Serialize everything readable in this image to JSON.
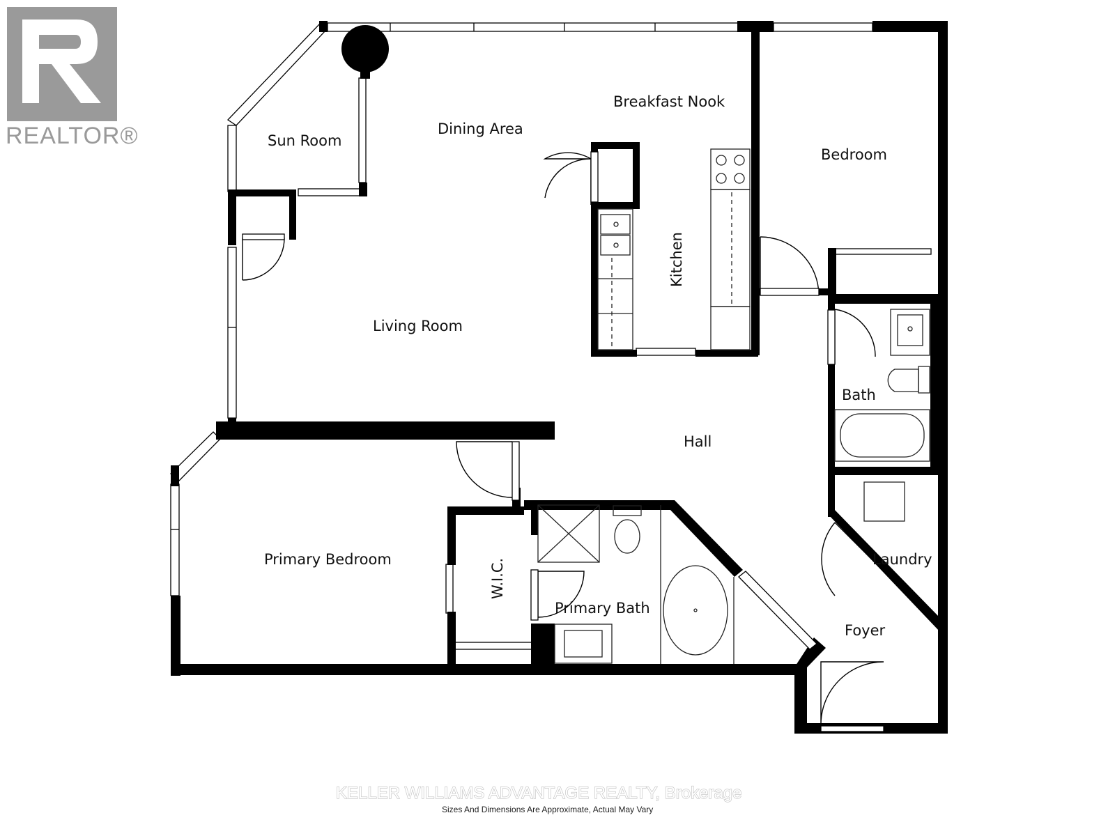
{
  "logo": {
    "text": "REALTOR®"
  },
  "rooms": {
    "sun_room": "Sun Room",
    "dining_area": "Dining Area",
    "breakfast_nook": "Breakfast Nook",
    "bedroom": "Bedroom",
    "kitchen": "Kitchen",
    "living_room": "Living Room",
    "bath": "Bath",
    "hall": "Hall",
    "laundry": "Laundry",
    "primary_bedroom": "Primary Bedroom",
    "wic": "W.I.C.",
    "primary_bath": "Primary Bath",
    "foyer": "Foyer"
  },
  "footer": {
    "brokerage": "KELLER WILLIAMS ADVANTAGE REALTY, Brokerage",
    "disclaimer": "Sizes And Dimensions Are Approximate, Actual May Vary"
  },
  "colors": {
    "wall": "#000000",
    "logo": "#9a9a9a",
    "fixture": "#222222"
  }
}
